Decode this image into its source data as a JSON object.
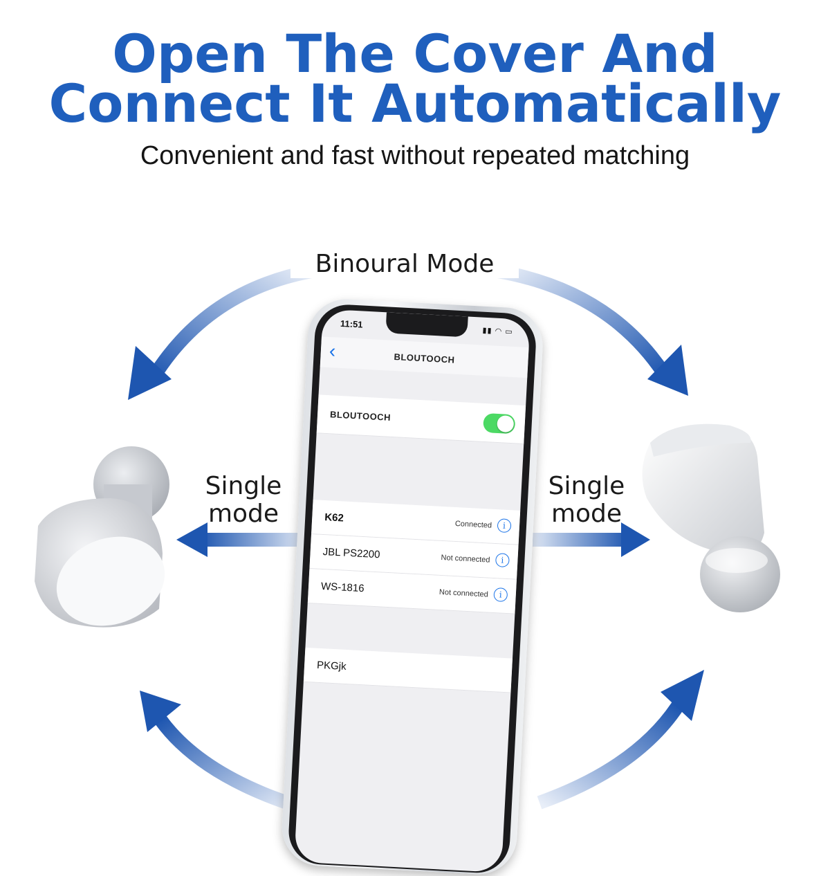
{
  "headline": {
    "line1": "Open The Cover And",
    "line2": "Connect It Automatically"
  },
  "subtitle": "Convenient and fast without repeated matching",
  "modes": {
    "binaural": "Binoural Mode",
    "single_left_line1": "Single",
    "single_left_line2": "mode",
    "single_right_line1": "Single",
    "single_right_line2": "mode"
  },
  "phone": {
    "time": "11:51",
    "status_icons": "signal-wifi-battery-icons",
    "back_icon": "chevron-left-icon",
    "nav_title": "BLOUTOOCH",
    "bluetooth_label": "BLOUTOOCH",
    "bluetooth_on": true,
    "devices": [
      {
        "name": "K62",
        "status": "Connected"
      },
      {
        "name": "JBL PS2200",
        "status": "Not connected"
      },
      {
        "name": "WS-1816",
        "status": "Not connected"
      }
    ],
    "other_device": "PKGjk",
    "info_icon": "info-icon"
  },
  "colors": {
    "headline": "#1f5fbd",
    "arrow": "#1e56b0",
    "toggle_on": "#4cd964",
    "ios_blue": "#1a73e8"
  }
}
